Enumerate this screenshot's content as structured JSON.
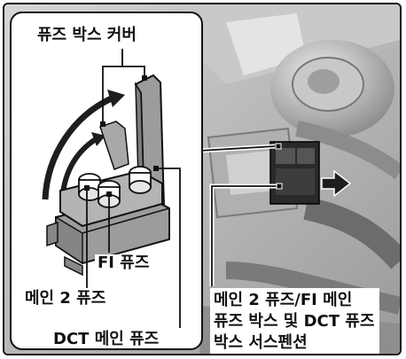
{
  "labels": {
    "fuse_box_cover": "퓨즈 박스 커버",
    "fi_fuse": "FI 퓨즈",
    "main2_fuse": "메인 2 퓨즈",
    "dct_main_fuse": "DCT 메인 퓨즈",
    "location_line1": "메인 2 퓨즈/FI 메인",
    "location_line2": "퓨즈 박스 및 DCT 퓨즈",
    "location_line3": "박스 서스펜션"
  },
  "colors": {
    "background": "#ffffff",
    "outline": "#111111",
    "photo_gray": "#b9b9b9",
    "fuse_box_gray": "#9c9c9c",
    "arrow_dark": "#1e1e1e"
  },
  "icons": {
    "remove_direction": "arrow-right-icon",
    "open_cover_motion": "curved-arrow-icon"
  }
}
